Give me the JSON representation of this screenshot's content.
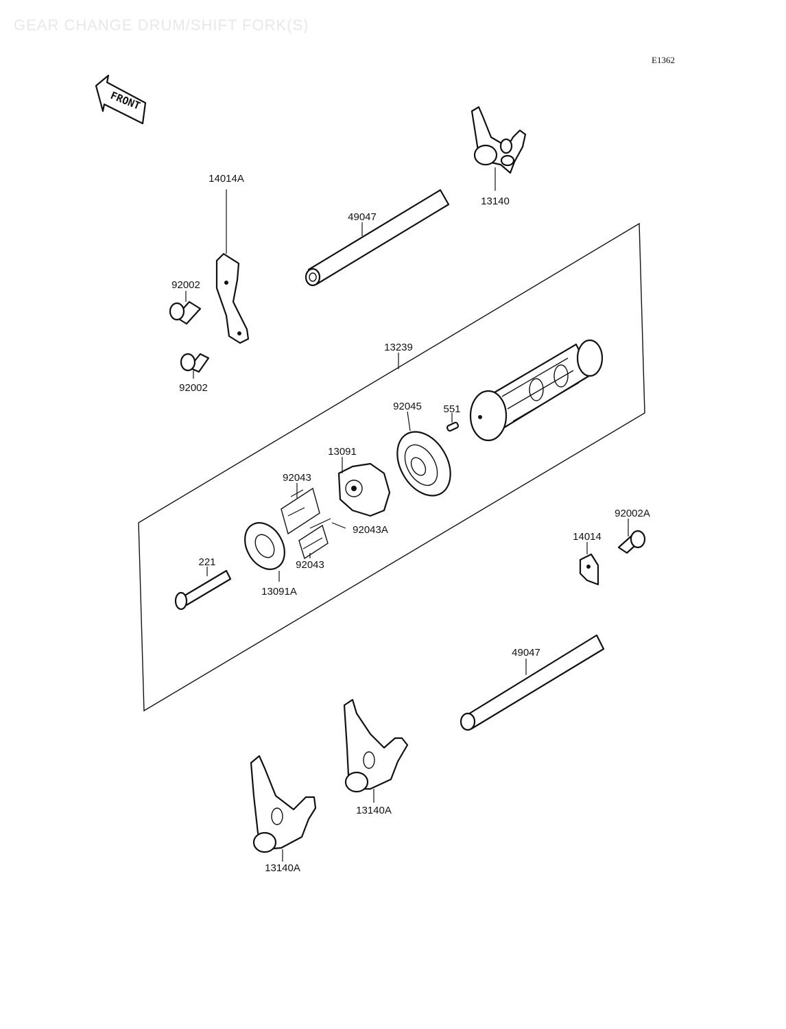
{
  "title": "GEAR CHANGE DRUM/SHIFT FORK(S)",
  "diagram_code": "E1362",
  "front_label": "FRONT",
  "labels": {
    "fork_top": "13140",
    "shaft_upper": "49047",
    "plate_left": "14014A",
    "bolt_upper_left": "92002",
    "bolt_lower_left": "92002",
    "drum_assembly": "13239",
    "bearing": "92045",
    "pin_551": "551",
    "holder": "13091",
    "pins_upper": "92043",
    "pin_a": "92043A",
    "pins_lower": "92043",
    "screw": "221",
    "plate_13091a": "13091A",
    "bolt_right": "92002A",
    "plate_right": "14014",
    "shaft_lower": "49047",
    "fork_lower_mid": "13140A",
    "fork_lower_left": "13140A"
  }
}
